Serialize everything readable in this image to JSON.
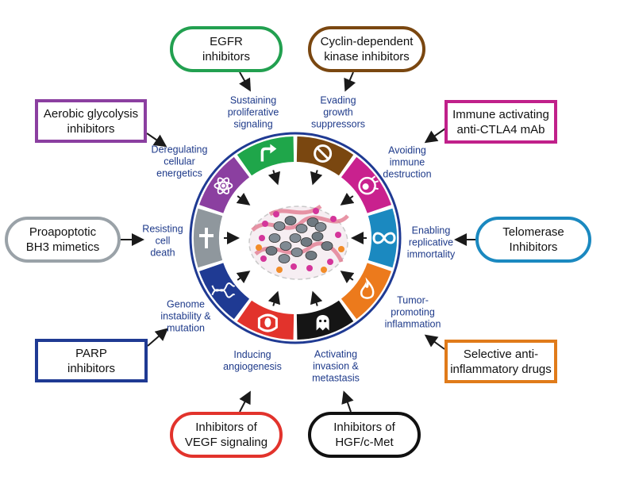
{
  "boxes": [
    {
      "id": "egfr",
      "text": "EGFR\ninhibitors",
      "color": "#22a050"
    },
    {
      "id": "cdk",
      "text": "Cyclin-dependent\nkinase inhibitors",
      "color": "#7a4710"
    },
    {
      "id": "glycolysis",
      "text": "Aerobic glycolysis\ninhibitors",
      "color": "#8b3fa0"
    },
    {
      "id": "ctla4",
      "text": "Immune activating\nanti-CTLA4 mAb",
      "color": "#c0208a"
    },
    {
      "id": "bh3",
      "text": "Proapoptotic\nBH3 mimetics",
      "color": "#9aa2a8"
    },
    {
      "id": "telomerase",
      "text": "Telomerase\nInhibitors",
      "color": "#1b89c0"
    },
    {
      "id": "parp",
      "text": "PARP\ninhibitors",
      "color": "#1f3a93"
    },
    {
      "id": "antiinflam",
      "text": "Selective anti-\ninflammatory drugs",
      "color": "#e07b1a"
    },
    {
      "id": "vegf",
      "text": "Inhibitors of\nVEGF signaling",
      "color": "#e2332c"
    },
    {
      "id": "hgf",
      "text": "Inhibitors of\nHGF/c-Met",
      "color": "#111111"
    }
  ],
  "hallmarks": [
    {
      "id": "proliferative",
      "text": "Sustaining\nproliferative\nsignaling"
    },
    {
      "id": "growth",
      "text": "Evading\ngrowth\nsuppressors"
    },
    {
      "id": "immune",
      "text": "Avoiding\nimmune\ndestruction"
    },
    {
      "id": "replicative",
      "text": "Enabling\nreplicative\nimmortality"
    },
    {
      "id": "inflammation",
      "text": "Tumor-\npromoting\ninflammation"
    },
    {
      "id": "invasion",
      "text": "Activating\ninvasion &\nmetastasis"
    },
    {
      "id": "angiogenesis",
      "text": "Inducing\nangiogenesis"
    },
    {
      "id": "genome",
      "text": "Genome\ninstability &\nmutation"
    },
    {
      "id": "celldeath",
      "text": "Resisting\ncell\ndeath"
    },
    {
      "id": "energetics",
      "text": "Deregulating\ncellular\nenergetics"
    }
  ],
  "segments": [
    {
      "id": "proliferative",
      "color": "#1fa64a",
      "icon": "arrow-icon"
    },
    {
      "id": "growth",
      "color": "#7a4710",
      "icon": "prohibited-icon"
    },
    {
      "id": "immune",
      "color": "#c9218e",
      "icon": "immune-cell-icon"
    },
    {
      "id": "replicative",
      "color": "#1b89c0",
      "icon": "infinity-icon"
    },
    {
      "id": "inflammation",
      "color": "#ec7a1c",
      "icon": "flame-icon"
    },
    {
      "id": "invasion",
      "color": "#151515",
      "icon": "ghost-cell-icon"
    },
    {
      "id": "angiogenesis",
      "color": "#e2332c",
      "icon": "vessel-icon"
    },
    {
      "id": "genome",
      "color": "#1f3a93",
      "icon": "dna-icon"
    },
    {
      "id": "celldeath",
      "color": "#8f979d",
      "icon": "cross-icon"
    },
    {
      "id": "energetics",
      "color": "#8b3fa0",
      "icon": "atom-icon"
    }
  ]
}
